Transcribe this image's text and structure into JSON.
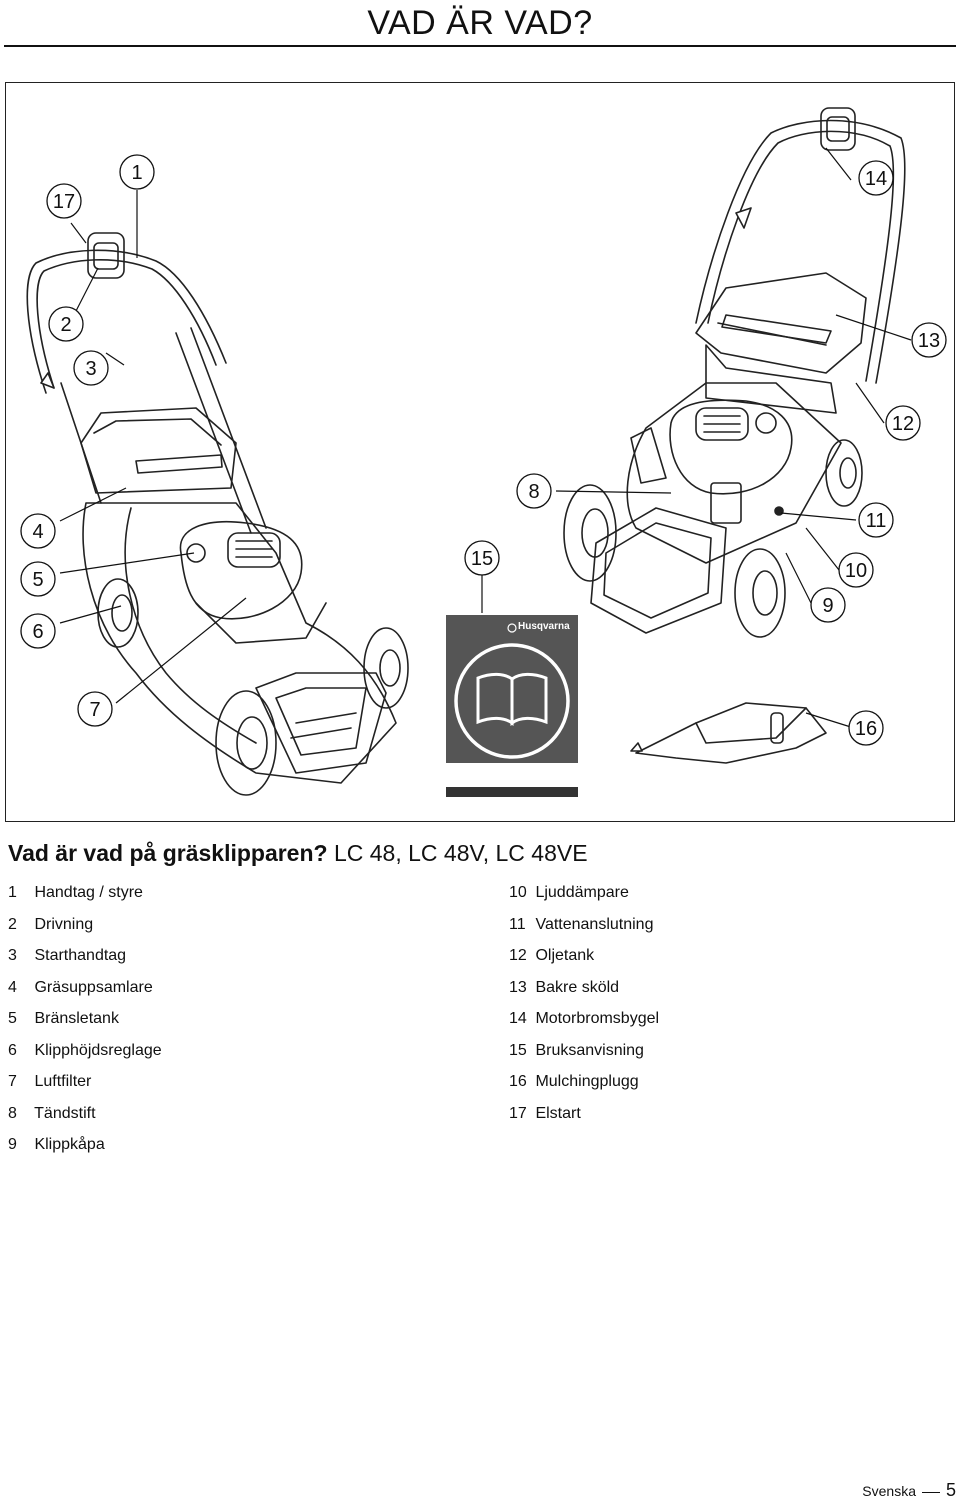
{
  "page": {
    "title": "VAD ÄR VAD?",
    "footer_language": "Svenska",
    "page_number": "5"
  },
  "figure": {
    "brand_label": "Husqvarna",
    "callouts": [
      "17",
      "1",
      "14",
      "13",
      "2",
      "3",
      "12",
      "8",
      "4",
      "11",
      "15",
      "5",
      "10",
      "6",
      "9",
      "7",
      "16"
    ]
  },
  "section": {
    "heading": "Vad är vad på gräsklipparen?",
    "models": "LC 48, LC 48V, LC 48VE"
  },
  "parts_left": [
    {
      "num": "1",
      "label": "Handtag / styre"
    },
    {
      "num": "2",
      "label": "Drivning"
    },
    {
      "num": "3",
      "label": "Starthandtag"
    },
    {
      "num": "4",
      "label": "Gräsuppsamlare"
    },
    {
      "num": "5",
      "label": "Bränsletank"
    },
    {
      "num": "6",
      "label": "Klipphöjdsreglage"
    },
    {
      "num": "7",
      "label": "Luftfilter"
    },
    {
      "num": "8",
      "label": "Tändstift"
    },
    {
      "num": "9",
      "label": "Klippkåpa"
    }
  ],
  "parts_right": [
    {
      "num": "10",
      "label": "Ljuddämpare"
    },
    {
      "num": "11",
      "label": "Vattenanslutning"
    },
    {
      "num": "12",
      "label": "Oljetank"
    },
    {
      "num": "13",
      "label": "Bakre sköld"
    },
    {
      "num": "14",
      "label": "Motorbromsbygel"
    },
    {
      "num": "15",
      "label": "Bruksanvisning"
    },
    {
      "num": "16",
      "label": "Mulchingplugg"
    },
    {
      "num": "17",
      "label": "Elstart"
    }
  ]
}
